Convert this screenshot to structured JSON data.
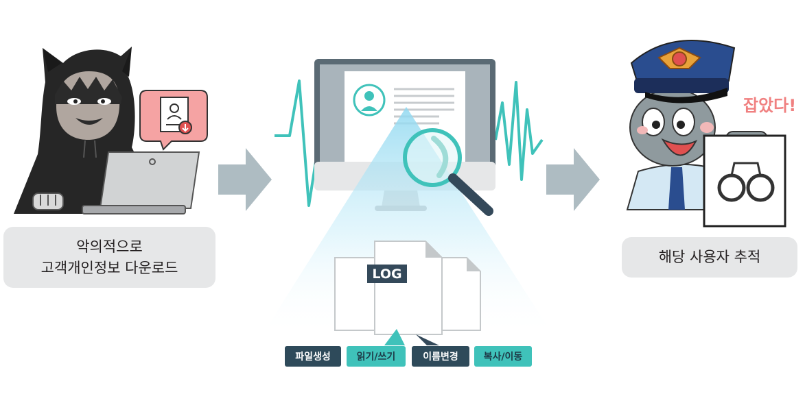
{
  "hacker": {
    "caption_line1": "악의적으로",
    "caption_line2": "고객개인정보 다운로드"
  },
  "log": {
    "label": "LOG",
    "actions": [
      "파일생성",
      "읽기/쓰기",
      "이름변경",
      "복사/이동"
    ]
  },
  "police": {
    "exclaim": "잡았다!",
    "caption": "해당 사용자 추적"
  },
  "colors": {
    "teal": "#3fc2ba",
    "navy": "#2e4a5a",
    "arrow": "#aebcc2",
    "caption_bg": "#e6e7e8",
    "alert_red": "#f08080"
  }
}
